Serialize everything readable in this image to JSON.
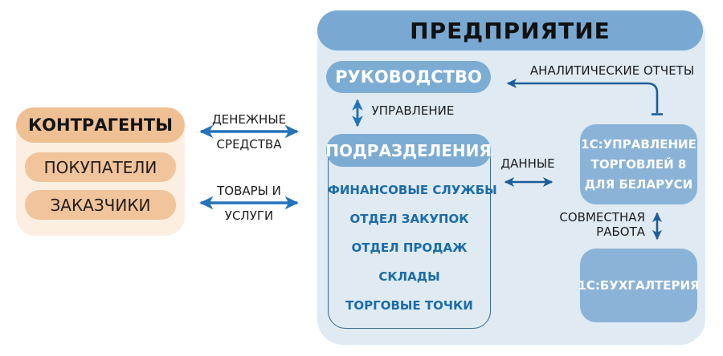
{
  "counterparties": {
    "title": "КОНТРАГЕНТЫ",
    "items": [
      "ПОКУПАТЕЛИ",
      "ЗАКАЗЧИКИ"
    ]
  },
  "flows": {
    "money_line1": "ДЕНЕЖНЫЕ",
    "money_line2": "СРЕДСТВА",
    "goods_line1": "ТОВАРЫ И",
    "goods_line2": "УСЛУГИ"
  },
  "enterprise": {
    "title": "ПРЕДПРИЯТИЕ",
    "management": "РУКОВОДСТВО",
    "management_flow_label": "УПРАВЛЕНИЕ",
    "departments": {
      "title": "ПОДРАЗДЕЛЕНИЯ",
      "items": [
        "ФИНАНСОВЫЕ СЛУЖБЫ",
        "ОТДЕЛ ЗАКУПОК",
        "ОТДЕЛ ПРОДАЖ",
        "СКЛАДЫ",
        "ТОРГОВЫЕ ТОЧКИ"
      ]
    },
    "reports_label": "АНАЛИТИЧЕСКИЕ ОТЧЕТЫ",
    "data_label": "ДАННЫЕ",
    "joint_work_line1": "СОВМЕСТНАЯ",
    "joint_work_line2": "РАБОТА",
    "software_trade_lines": [
      "1С:УПРАВЛЕНИЕ",
      "ТОРГОВЛЕЙ 8",
      "ДЛЯ БЕЛАРУСИ"
    ],
    "software_accounting": "1С:БУХГАЛТЕРИЯ"
  },
  "colors": {
    "peach_container": "#fcefe2",
    "peach_box": "#f1c49c",
    "peach_box_dark": "#f0c095",
    "panel_bg": "#dfeaf2",
    "header_blue": "#79a9d2",
    "box_blue": "#7dacd3",
    "box_blue_light": "#8bb3d7",
    "arrow_bright": "#2573ba",
    "arrow_dark": "#1e5c97",
    "dept_text": "#1c6ca9",
    "text_dark": "#1c1c1c",
    "border_blue": "#3a678f"
  }
}
